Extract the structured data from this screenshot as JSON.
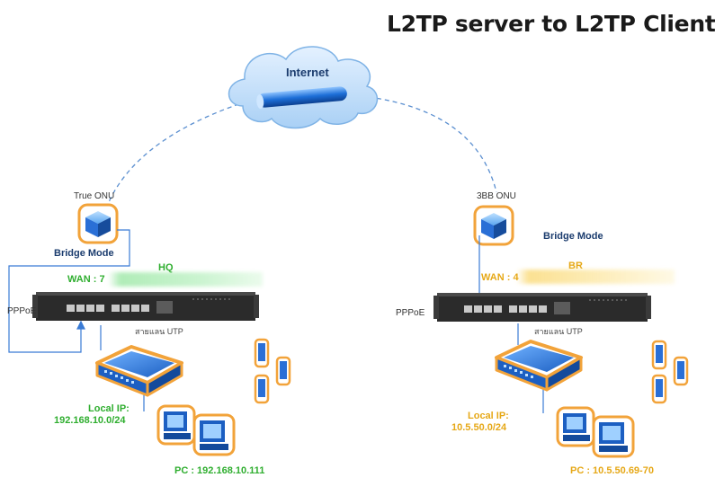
{
  "title": "L2TP server to L2TP Client",
  "cloud": {
    "label": "Internet"
  },
  "hq": {
    "onu_label": "True ONU",
    "bridge_label": "Bridge Mode",
    "site_label": "HQ",
    "wan_label": "WAN  : 7",
    "pppoe_label": "PPPoE",
    "lan_label": "สายแลน UTP",
    "local_ip_title": "Local IP:",
    "local_ip_value": "192.168.10.0/24",
    "pc_label": "PC : 192.168.10.111"
  },
  "br": {
    "onu_label": "3BB ONU",
    "bridge_label": "Bridge Mode",
    "site_label": "BR",
    "wan_label": "WAN : 4",
    "pppoe_label": "PPPoE",
    "lan_label": "สายแลน UTP",
    "local_ip_title": "Local IP:",
    "local_ip_value": "10.5.50.0/24",
    "pc_label": "PC : 10.5.50.69-70"
  },
  "colors": {
    "hq_accent": "#2fae2f",
    "br_accent": "#e6a817",
    "link_dash": "#5b8fd0",
    "device_blue": "#2a6fd6",
    "device_outline": "#f2a33a"
  },
  "icons": [
    "internet-cloud-icon",
    "onu-icon",
    "router-icon",
    "switch-icon",
    "pc-icon",
    "phone-icon"
  ]
}
